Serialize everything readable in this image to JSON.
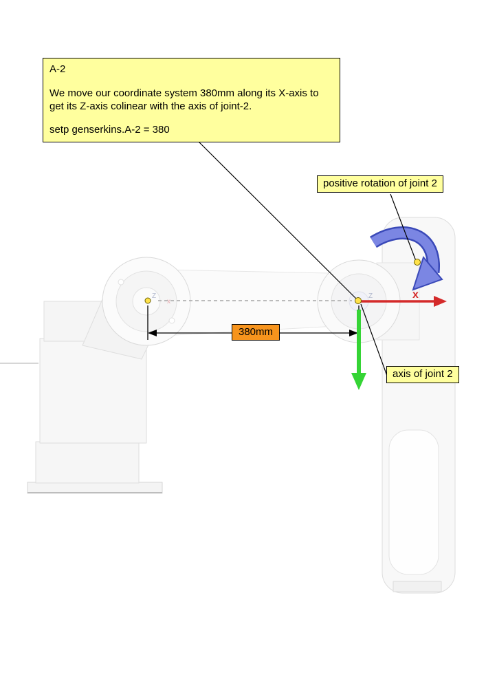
{
  "callout": {
    "title": "A-2",
    "body": "We move our coordinate system 380mm along its X-axis to get its Z-axis colinear with the axis of joint-2.",
    "command": "setp genserkins.A-2 = 380"
  },
  "annotations": {
    "positive_rotation_label": "positive rotation of joint 2",
    "dimension_label": "380mm",
    "axis_label": "axis of joint 2"
  },
  "axis_markers": {
    "x_axis_label": "x",
    "left_triad_z": "Z",
    "left_triad_x": "x",
    "right_triad_z": "Z"
  },
  "colors": {
    "callout_bg": "#ffff9e",
    "dimension_bg": "#f7941d",
    "x_axis_red": "#d42a2a",
    "joint_axis_green": "#35d435",
    "rotation_arrow_fill": "#7b86e3",
    "rotation_arrow_border": "#3a49b8",
    "leader_dot": "#ffe24a"
  }
}
